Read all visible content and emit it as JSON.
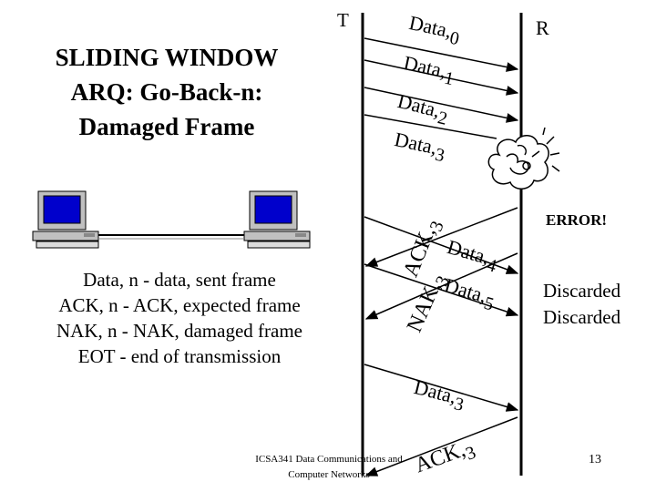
{
  "title": {
    "line1": "SLIDING WINDOW",
    "line2": "ARQ: Go-Back-n:",
    "line3": "Damaged Frame"
  },
  "legend": [
    "Data, n - data, sent frame",
    "ACK, n - ACK, expected frame",
    "NAK, n - NAK, damaged frame",
    "EOT - end of transmission"
  ],
  "timeline": {
    "sender_label": "T",
    "receiver_label": "R"
  },
  "messages": [
    {
      "main": "Data",
      "sub": "0"
    },
    {
      "main": "Data",
      "sub": "1"
    },
    {
      "main": "Data",
      "sub": "2"
    },
    {
      "main": "Data",
      "sub": "3"
    },
    {
      "main": "ACK",
      "sub": "3"
    },
    {
      "main": "Data",
      "sub": "4"
    },
    {
      "main": "NAK",
      "sub": "3"
    },
    {
      "main": "Data",
      "sub": "5"
    },
    {
      "main": "Data",
      "sub": "3"
    },
    {
      "main": "ACK",
      "sub": "3"
    }
  ],
  "notes": {
    "error": "ERROR!",
    "discarded_1": "Discarded",
    "discarded_2": "Discarded"
  },
  "footer": {
    "line1": "ICSA341 Data Communications and",
    "line2": "Computer Networks"
  },
  "page_number": "13",
  "icons": [
    "computer-icon",
    "computer-icon",
    "noise-cloud-icon",
    "arrow-icon"
  ]
}
